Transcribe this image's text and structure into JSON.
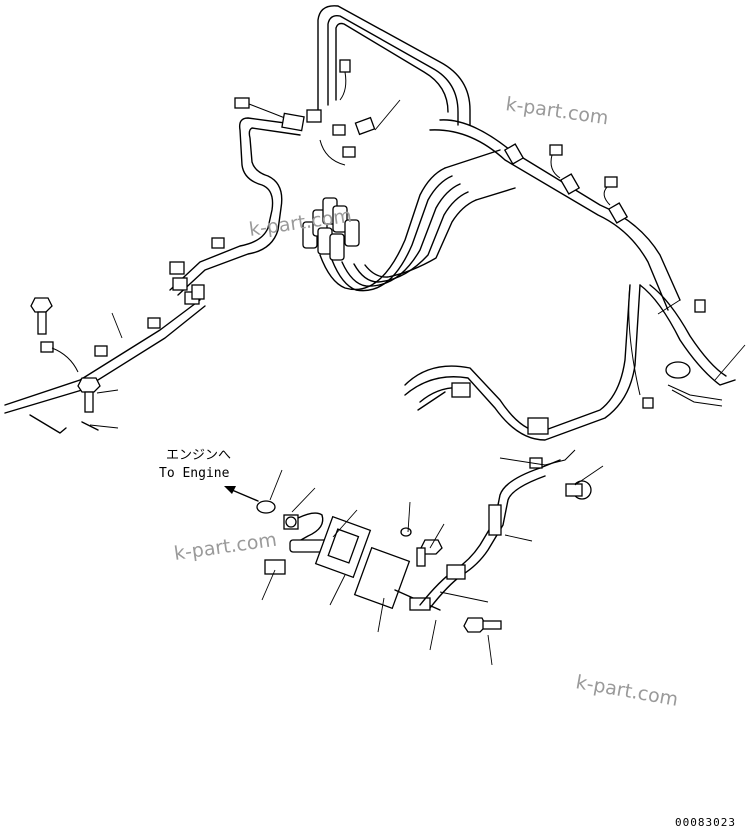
{
  "annotation": {
    "label_jp": "エンジンへ",
    "label_en": "To Engine"
  },
  "watermarks": [
    "k-part.com",
    "k-part.com",
    "k-part.com",
    "k-part.com"
  ],
  "drawing_code": "00083023"
}
